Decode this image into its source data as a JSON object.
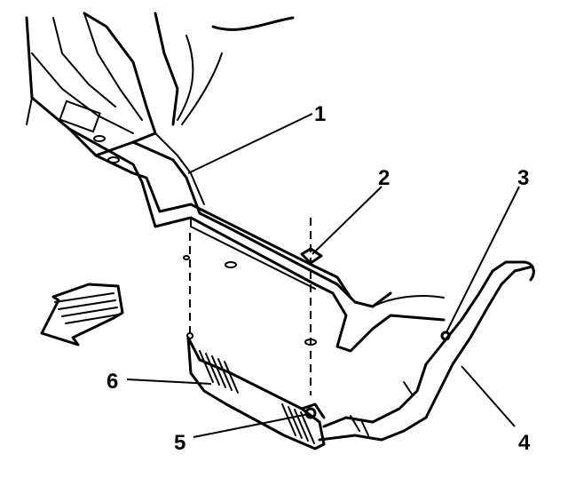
{
  "callouts": [
    {
      "id": "1",
      "text": "1"
    },
    {
      "id": "2",
      "text": "2"
    },
    {
      "id": "3",
      "text": "3"
    },
    {
      "id": "4",
      "text": "4"
    },
    {
      "id": "5",
      "text": "5"
    },
    {
      "id": "6",
      "text": "6"
    }
  ],
  "colors": {
    "ink": "#000000",
    "paper": "#ffffff"
  },
  "icons": {
    "direction_arrow": "front-direction-arrow-icon"
  }
}
